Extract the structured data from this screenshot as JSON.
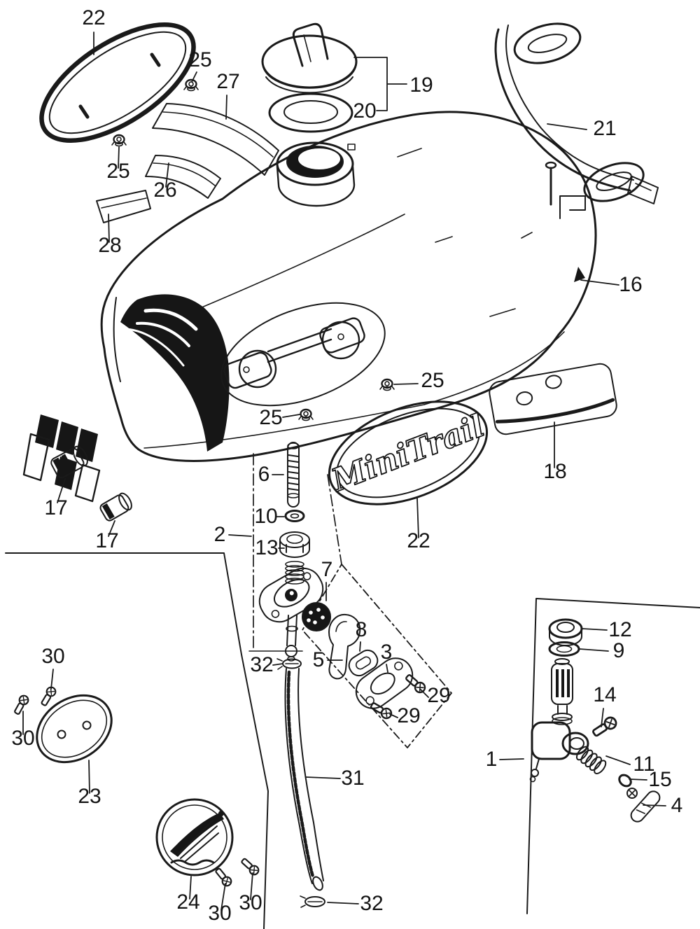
{
  "colors": {
    "line": "#1a1a1a",
    "background": "#ffffff"
  },
  "badge": {
    "text": "MiniTrail"
  },
  "callouts": [
    {
      "label": "22"
    },
    {
      "label": "25"
    },
    {
      "label": "27"
    },
    {
      "label": "19"
    },
    {
      "label": "20"
    },
    {
      "label": "21"
    },
    {
      "label": "25"
    },
    {
      "label": "26"
    },
    {
      "label": "28"
    },
    {
      "label": "16"
    },
    {
      "label": "25"
    },
    {
      "label": "25"
    },
    {
      "label": "18"
    },
    {
      "label": "17"
    },
    {
      "label": "6"
    },
    {
      "label": "17"
    },
    {
      "label": "10"
    },
    {
      "label": "2"
    },
    {
      "label": "13"
    },
    {
      "label": "22"
    },
    {
      "label": "7"
    },
    {
      "label": "30"
    },
    {
      "label": "8"
    },
    {
      "label": "3"
    },
    {
      "label": "5"
    },
    {
      "label": "32"
    },
    {
      "label": "29"
    },
    {
      "label": "29"
    },
    {
      "label": "12"
    },
    {
      "label": "9"
    },
    {
      "label": "14"
    },
    {
      "label": "30"
    },
    {
      "label": "1"
    },
    {
      "label": "11"
    },
    {
      "label": "23"
    },
    {
      "label": "15"
    },
    {
      "label": "4"
    },
    {
      "label": "31"
    },
    {
      "label": "24"
    },
    {
      "label": "30"
    },
    {
      "label": "30"
    },
    {
      "label": "32"
    }
  ]
}
